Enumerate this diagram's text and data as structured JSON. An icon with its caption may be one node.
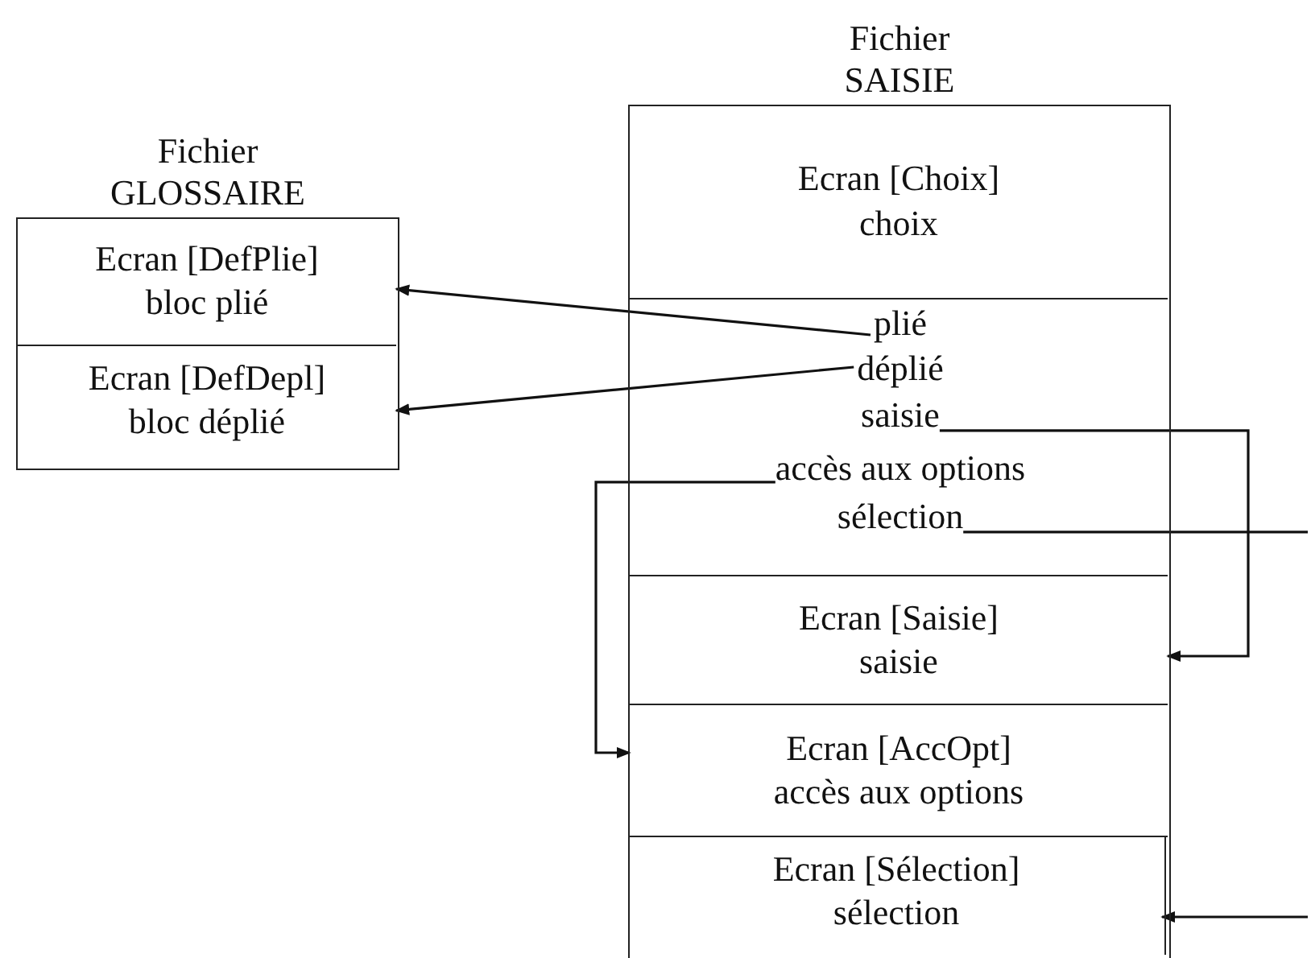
{
  "diagram": {
    "nodes": [
      {
        "text": [
          "Fichier GLOSSAIRE"
        ]
      },
      {
        "text": [
          "Ecran [DefPlie]",
          "bloc plié"
        ],
        "in": 0
      },
      {
        "text": [
          "Ecran [DefDepl]",
          "bloc déplié"
        ],
        "in": 0
      },
      {
        "text": [
          "Fichier SAISIE"
        ]
      },
      {
        "text": [
          "Ecran [Choix]",
          "choix"
        ],
        "in": 3
      },
      {
        "text": [],
        "shape": "box",
        "in": 3
      },
      {
        "text": [
          "plié"
        ],
        "in": 5
      },
      {
        "text": [
          "déplié"
        ],
        "in": 5
      },
      {
        "text": [
          "saisie"
        ],
        "in": 5
      },
      {
        "text": [
          "accès aux options"
        ],
        "in": 5
      },
      {
        "text": [
          "sélection"
        ],
        "in": 5
      },
      {
        "text": [
          "Ecran [Saisie]",
          "saisie"
        ],
        "in": 3
      },
      {
        "text": [
          "Ecran [AccOpt]",
          "accès aux options"
        ],
        "in": 3
      },
      {
        "text": [
          "Ecran [Sélection]",
          "sélection"
        ],
        "in": 3
      }
    ],
    "edges": [
      {
        "from": 6,
        "to": 1,
        "arrow": "to"
      },
      {
        "from": 7,
        "to": 2,
        "arrow": "to"
      },
      {
        "from": 8,
        "to": 11,
        "arrow": "to"
      },
      {
        "from": 9,
        "to": 12,
        "arrow": "to"
      },
      {
        "from": 10,
        "to": null,
        "arrow": "none"
      },
      {
        "from": null,
        "to": 13,
        "arrow": "to"
      }
    ]
  }
}
